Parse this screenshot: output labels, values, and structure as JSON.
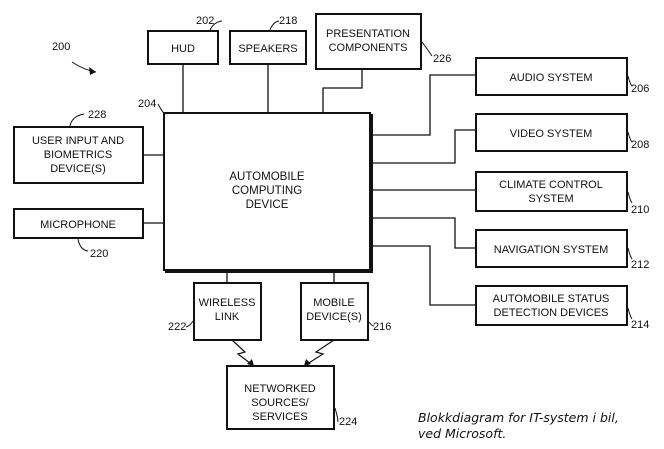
{
  "figure_ref": "200",
  "caption": [
    "Blokkdiagram for IT-system i bil,",
    "ved Microsoft."
  ],
  "boxes": {
    "hud": {
      "lines": [
        "HUD"
      ],
      "ref": "202"
    },
    "speakers": {
      "lines": [
        "SPEAKERS"
      ],
      "ref": "218"
    },
    "presentation": {
      "lines": [
        "PRESENTATION",
        "COMPONENTS"
      ],
      "ref": "226"
    },
    "user_input": {
      "lines": [
        "USER INPUT AND",
        "BIOMETRICS",
        "DEVICE(S)"
      ],
      "ref": "228"
    },
    "microphone": {
      "lines": [
        "MICROPHONE"
      ],
      "ref": "220"
    },
    "computing": {
      "lines": [
        "AUTOMOBILE",
        "COMPUTING",
        "DEVICE"
      ],
      "ref": "204"
    },
    "wireless": {
      "lines": [
        "WIRELESS",
        "LINK"
      ],
      "ref": "222"
    },
    "mobile": {
      "lines": [
        "MOBILE",
        "DEVICE(S)"
      ],
      "ref": "216"
    },
    "networked": {
      "lines": [
        "NETWORKED",
        "SOURCES/",
        "SERVICES"
      ],
      "ref": "224"
    },
    "audio": {
      "lines": [
        "AUDIO SYSTEM"
      ],
      "ref": "206"
    },
    "video": {
      "lines": [
        "VIDEO SYSTEM"
      ],
      "ref": "208"
    },
    "climate": {
      "lines": [
        "CLIMATE CONTROL",
        "SYSTEM"
      ],
      "ref": "210"
    },
    "navigation": {
      "lines": [
        "NAVIGATION SYSTEM"
      ],
      "ref": "212"
    },
    "status": {
      "lines": [
        "AUTOMOBILE STATUS",
        "DETECTION DEVICES"
      ],
      "ref": "214"
    }
  }
}
